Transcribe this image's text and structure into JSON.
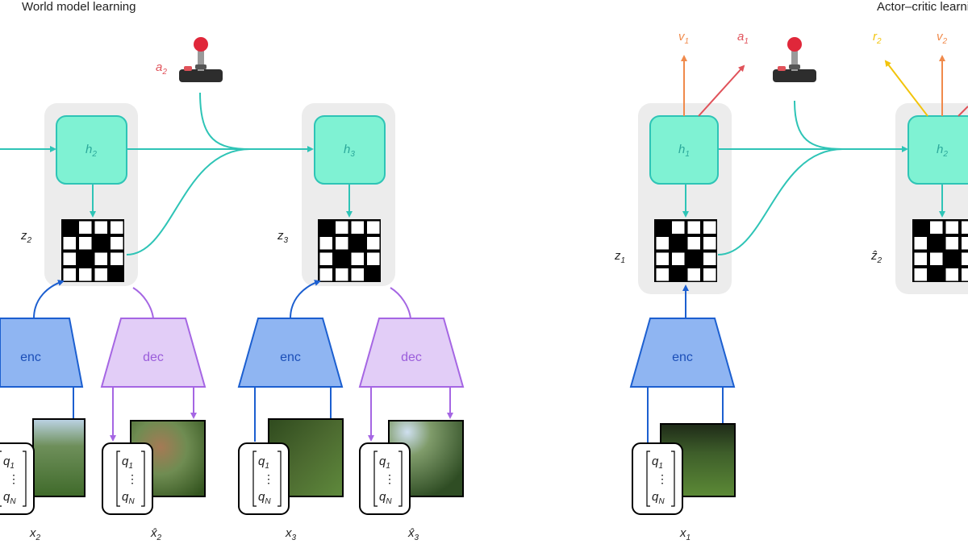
{
  "panels": {
    "world_model": {
      "title": "World model learning"
    },
    "actor_critic": {
      "title": "Actor–critic learning"
    }
  },
  "colors": {
    "teal": "#2ec4b6",
    "h_fill": "#7ff2d3",
    "enc_fill": "#8fb5f2",
    "enc_text": "#1c4fb8",
    "dec_fill": "#e2cdf7",
    "dec_text": "#9b5ddb",
    "action": "#e0525a",
    "value": "#f08a4b",
    "reward": "#f2c40c"
  },
  "icons": {
    "controller": "joystick-icon"
  },
  "world_model": {
    "action_label": {
      "base": "a",
      "sub": "2"
    },
    "steps": [
      {
        "h": {
          "base": "h",
          "sub": "2"
        },
        "z": {
          "base": "z",
          "sub": "2"
        },
        "enc": "enc",
        "dec": "dec",
        "x": {
          "base": "x",
          "sub": "2"
        },
        "xhat": {
          "base": "x̂",
          "sub": "2"
        },
        "q_top": {
          "base": "q",
          "sub": "1"
        },
        "q_bot": {
          "base": "q",
          "sub": "N"
        },
        "q_dots": "⋮"
      },
      {
        "h": {
          "base": "h",
          "sub": "3"
        },
        "z": {
          "base": "z",
          "sub": "3"
        },
        "enc": "enc",
        "dec": "dec",
        "x": {
          "base": "x",
          "sub": "3"
        },
        "xhat": {
          "base": "x̂",
          "sub": "3"
        },
        "q_top": {
          "base": "q",
          "sub": "1"
        },
        "q_bot": {
          "base": "q",
          "sub": "N"
        },
        "q_dots": "⋮"
      }
    ]
  },
  "actor_critic": {
    "step1": {
      "h": {
        "base": "h",
        "sub": "1"
      },
      "z": {
        "base": "z",
        "sub": "1"
      },
      "enc": "enc",
      "x": {
        "base": "x",
        "sub": "1"
      },
      "v": {
        "base": "v",
        "sub": "1"
      },
      "a": {
        "base": "a",
        "sub": "1"
      },
      "q_top": {
        "base": "q",
        "sub": "1"
      },
      "q_bot": {
        "base": "q",
        "sub": "N"
      },
      "q_dots": "⋮"
    },
    "step2": {
      "h": {
        "base": "h",
        "sub": "2"
      },
      "z": {
        "base": "ẑ",
        "sub": "2"
      },
      "r": {
        "base": "r",
        "sub": "2"
      },
      "v": {
        "base": "v",
        "sub": "2"
      }
    }
  }
}
